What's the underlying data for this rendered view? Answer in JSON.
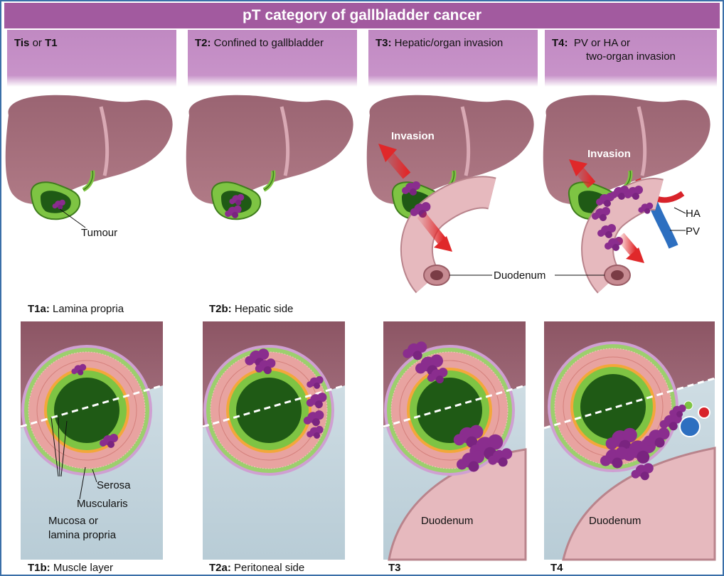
{
  "title": "pT category of gallbladder cancer",
  "headers": [
    {
      "bold": "Tis",
      "mid": " or ",
      "bold2": "T1",
      "rest": ""
    },
    {
      "bold": "T2:",
      "mid": " Confined to gallbladder",
      "bold2": "",
      "rest": ""
    },
    {
      "bold": "T3:",
      "mid": " Hepatic/organ invasion",
      "bold2": "",
      "rest": ""
    },
    {
      "bold": "T4:",
      "mid": "  PV or HA or",
      "bold2": "",
      "rest": "two-organ invasion"
    }
  ],
  "labels": {
    "tumour": "Tumour",
    "invasion": "Invasion",
    "duodenum": "Duodenum",
    "ha": "HA",
    "pv": "PV",
    "serosa": "Serosa",
    "muscularis": "Muscularis",
    "mucosa": "Mucosa or",
    "mucosa2": "lamina propria"
  },
  "captions": {
    "t1a_bold": "T1a:",
    "t1a_text": " Lamina propria",
    "t2b_bold": "T2b:",
    "t2b_text": " Hepatic side",
    "t1b_bold": "T1b:",
    "t1b_text": " Muscle layer",
    "t2a_bold": "T2a:",
    "t2a_text": " Peritoneal side",
    "t3": "T3",
    "t4": "T4"
  },
  "colors": {
    "header_bar": "#a25a9f",
    "liver": "#a26a78",
    "gallbladder": "#7ec443",
    "tumour": "#8a2d8e",
    "arrow": "#e0282a",
    "duodenum": "#e6b9be",
    "portal_vein": "#2d6fc0",
    "hepatic_artery": "#d8232a"
  }
}
